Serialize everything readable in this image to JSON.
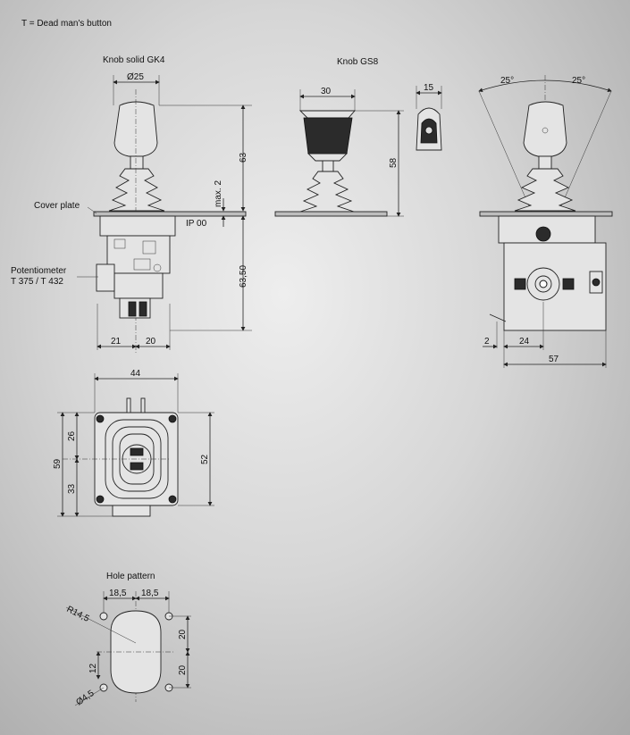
{
  "legend": {
    "note": "T = Dead man's button"
  },
  "views": {
    "gk4": {
      "title": "Knob solid GK4",
      "dia": "Ø25",
      "height_top": "63",
      "height_bottom": "63,50",
      "max": "max. 2",
      "ip": "IP 00",
      "w_left": "21",
      "w_right": "20"
    },
    "gs8": {
      "title": "Knob GS8",
      "width": "30",
      "height": "58"
    },
    "t_button": {
      "width": "15"
    },
    "side": {
      "angle_left": "25°",
      "angle_right": "25°",
      "offset": "2",
      "w1": "24",
      "w_total": "57"
    },
    "top": {
      "width": "44",
      "upper": "26",
      "lower": "33",
      "total": "59",
      "height": "52"
    },
    "holes": {
      "title": "Hole pattern",
      "d1": "18,5",
      "d2": "18,5",
      "radius": "R14,5",
      "v1": "20",
      "v2": "20",
      "off": "12",
      "hole_dia": "Ø4,5"
    }
  },
  "callouts": {
    "cover_plate": "Cover plate",
    "potentiometer_1": "Potentiometer",
    "potentiometer_2": "T 375 / T 432"
  }
}
